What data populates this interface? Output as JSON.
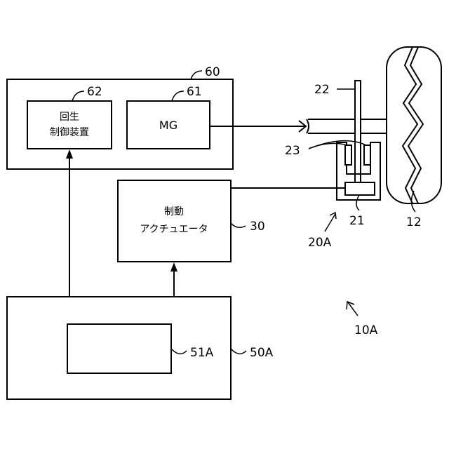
{
  "labels": {
    "system": "10A",
    "wheel": "12",
    "brake_unit": "20A",
    "caliper": "21",
    "disc": "22",
    "pads": "23",
    "brake_actuator": "30",
    "controller": "50A",
    "control_module": "51A",
    "hybrid_unit": "60",
    "mg_box": "61",
    "regen_box": "62"
  },
  "texts": {
    "regen_line1": "回生",
    "regen_line2": "制御装置",
    "mg": "MG",
    "actuator_line1": "制動",
    "actuator_line2": "アクチュエータ"
  }
}
